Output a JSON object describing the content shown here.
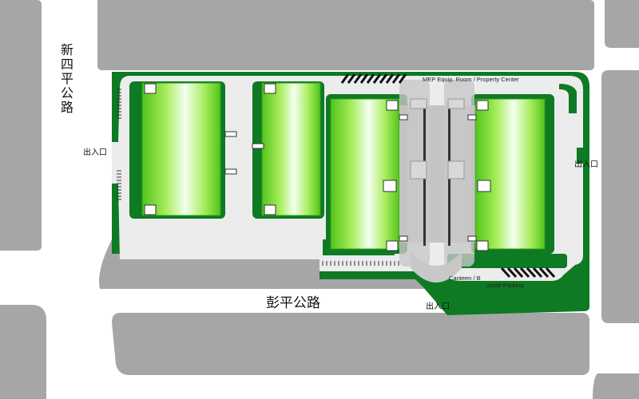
{
  "roads": {
    "west": {
      "name_chars": [
        "新",
        "四",
        "平",
        "公",
        "路"
      ]
    },
    "south": {
      "name": "彭平公路"
    }
  },
  "entrances": {
    "west": "出入口",
    "east": "出入口",
    "south": "出入口"
  },
  "labels": {
    "mep": "MEP Equip. Room / Property Center",
    "canteen_a": "Canteen / B",
    "canteen_b": "icycle Parking"
  },
  "colors": {
    "road_gray": "#a6a6a6",
    "site_green": "#0e7a24",
    "pavement": "#ececec",
    "building_light": "#f4fff0",
    "building_mid": "#a6ec5a",
    "building_dark": "#52c41a",
    "connector_gray": "#bdbdbd"
  }
}
